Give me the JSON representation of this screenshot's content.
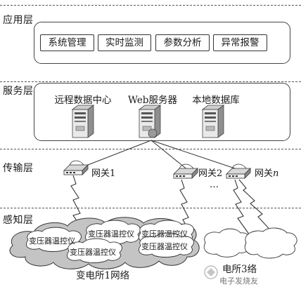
{
  "layers": {
    "application": "应用层",
    "service": "服务层",
    "transport": "传输层",
    "perception": "感知层"
  },
  "application_modules": [
    "系统管理",
    "实时监测",
    "参数分析",
    "异常报警"
  ],
  "servers": [
    "远程数据中心",
    "Web服务器",
    "本地数据库"
  ],
  "gateways": {
    "gw1": "网关1",
    "gw2": "网关2",
    "gwn_prefix": "网关",
    "gwn_suffix": "n",
    "ellipsis": "…"
  },
  "cloud_nodes": [
    "变压器温控仪",
    "变压器温控仪",
    "变压器温控仪",
    "变压器温控仪",
    "变压器温控仪"
  ],
  "networks": {
    "substation1": "变电所1网络",
    "substation3": "电所3络"
  },
  "watermark": "电子发烧友",
  "icons": {
    "server": "server-tower-icon",
    "gateway": "gateway-router-icon",
    "link": "lightning-link-icon",
    "cloud": "cloud-icon"
  }
}
